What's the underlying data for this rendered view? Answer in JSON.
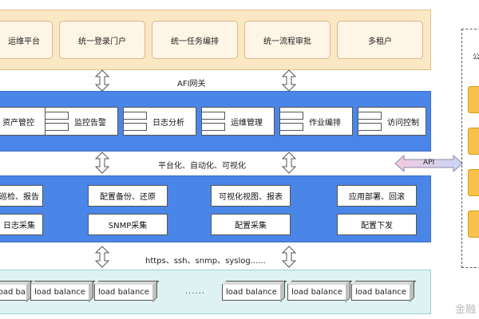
{
  "top_layer": {
    "items": [
      "运维平台",
      "统一登录门户",
      "统一任务编排",
      "统一流程审批",
      "多租户"
    ]
  },
  "gateway_label": "AFI网关",
  "middle_layer": {
    "items": [
      "资产管控",
      "监控告警",
      "日志分析",
      "运维管理",
      "作业编排",
      "访问控制"
    ]
  },
  "middle_connector_label": "平台化、自动化、可视化",
  "api_label": "API",
  "lower_layer": {
    "row1": [
      "巡检、报告",
      "配置备份、还原",
      "可视化视图、报表",
      "应用部署、回滚"
    ],
    "row2": [
      "日志采集",
      "SNMP采集",
      "配置采集",
      "配置下发"
    ]
  },
  "protocols_label": "https、ssh、snmp、syslog......",
  "bottom_layer": {
    "items": [
      "load balance",
      "load balance",
      "load balance",
      "load balance",
      "load balance",
      "load balance"
    ],
    "ellipsis": "......"
  },
  "right_panel": {
    "tiny_text": "公"
  },
  "watermark": "金融",
  "colors": {
    "top_band": "#fce7c4",
    "blue_band": "#4a86e8",
    "bottom_band": "#dff2f2",
    "right_box": "#f8c24a"
  }
}
